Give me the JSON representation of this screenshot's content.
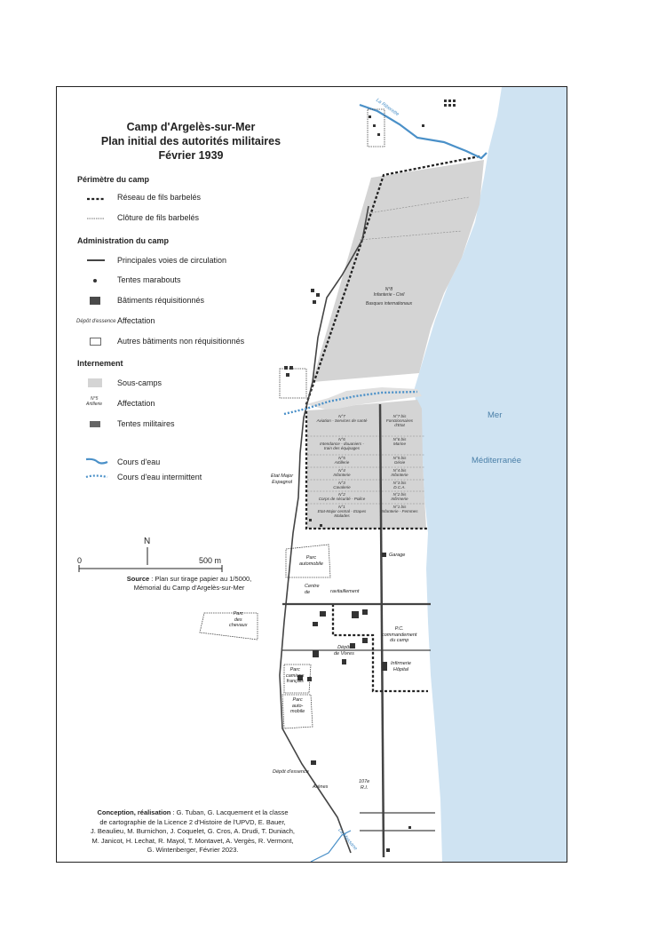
{
  "title": {
    "line1": "Camp d'Argelès-sur-Mer",
    "line2": "Plan initial des autorités militaires",
    "line3": "Février 1939"
  },
  "legend": {
    "perimetre": {
      "heading": "Périmètre du camp",
      "items": [
        "Réseau de fils barbelés",
        "Clôture de fils barbelés"
      ]
    },
    "administration": {
      "heading": "Administration du camp",
      "items": [
        "Principales voies de circulation",
        "Tentes marabouts",
        "Bâtiments réquisitionnés",
        "Affectation",
        "Autres bâtiments non réquisitionnés"
      ],
      "affectation_sample": "Dépôt d'essence"
    },
    "internement": {
      "heading": "Internement",
      "items": [
        "Sous-camps",
        "Affectation",
        "Tentes militaires"
      ],
      "affectation_sample_line1": "N°5",
      "affectation_sample_line2": "Artillerie"
    },
    "eau": {
      "items": [
        "Cours d'eau",
        "Cours d'eau intermittent"
      ]
    }
  },
  "scale": {
    "north": "N",
    "zero": "0",
    "end": "500 m"
  },
  "source": {
    "label": "Source",
    "text1": " : Plan sur tirage papier au 1/5000,",
    "text2": "Mémorial du Camp d'Argelès-sur-Mer"
  },
  "credits": {
    "label": "Conception, réalisation",
    "lines": [
      " : G. Tuban, G. Lacquement et la classe",
      "de cartographie de la Licence 2 d'Histoire de l'UPVD, E. Bauer,",
      "J. Beaulieu, M. Burnichon, J. Coquelet, G. Cros, A. Drudi, T. Duniach,",
      "M. Janicot, H. Lechat, R. Mayol, T. Montavet, A. Vergès, R. Vermont,",
      "G. Wintenberger, Février 2023."
    ]
  },
  "map_labels": {
    "sea1": "Mer",
    "sea2": "Méditerranée",
    "river1": "La Riberette",
    "river2": "La Massane",
    "north_camp_1": "N°8",
    "north_camp_2": "Infanterie - Civil",
    "north_camp_3": "Basques internationaux",
    "etat_major_1": "Etat Major",
    "etat_major_2": "Espagnol",
    "parc_automobile_1": "Parc",
    "parc_automobile_2": "automobile",
    "garage": "Garage",
    "centre_1": "Centre",
    "centre_2": "de",
    "centre_3": "ravitaillement",
    "parc_chevaux_1": "Parc",
    "parc_chevaux_2": "des",
    "parc_chevaux_3": "chevaux",
    "pc_1": "P.C.",
    "pc_2": "commandement",
    "pc_3": "du camp",
    "depot_vivres_1": "Dépôt",
    "depot_vivres_2": "de Vivres",
    "infirmerie_1": "Infirmerie",
    "infirmerie_2": "Hôpital",
    "parc_camions_1": "Parc",
    "parc_camions_2": "camions",
    "parc_camions_3": "français",
    "parc_auto2_1": "Parc",
    "parc_auto2_2": "auto-",
    "parc_auto2_3": "mobile",
    "depot_essence": "Dépôt d'essence",
    "arenes": "Arènes",
    "ri_1": "107e",
    "ri_2": "R.I.",
    "west_camps": [
      [
        "N°7",
        "Aviation - Services de santé"
      ],
      [
        "N°6",
        "Intendance - douaniers -",
        "train des équipages"
      ],
      [
        "N°5",
        "Artillerie"
      ],
      [
        "N°4",
        "Infanterie"
      ],
      [
        "N°3",
        "Cavalerie"
      ],
      [
        "N°2",
        "Corps de sécurité - Police"
      ],
      [
        "N°1",
        "Etat-Major central - Etapes",
        "Malades"
      ]
    ],
    "east_camps": [
      [
        "N°7 bis",
        "Fonctionnaires",
        "d'Etat"
      ],
      [
        "N°6 bis",
        "Marine"
      ],
      [
        "N°5 bis",
        "Génie"
      ],
      [
        "N°4 bis",
        "Infanterie"
      ],
      [
        "N°3 bis",
        "D.C.A."
      ],
      [
        "N°2 bis",
        "Infirmerie"
      ],
      [
        "N°1 bis",
        "Infanterie - Femmes"
      ]
    ]
  },
  "colors": {
    "sea": "#cfe3f2",
    "subcamp": "#d4d4d4",
    "river": "#4a90c8",
    "building": "#4a4a4a"
  }
}
